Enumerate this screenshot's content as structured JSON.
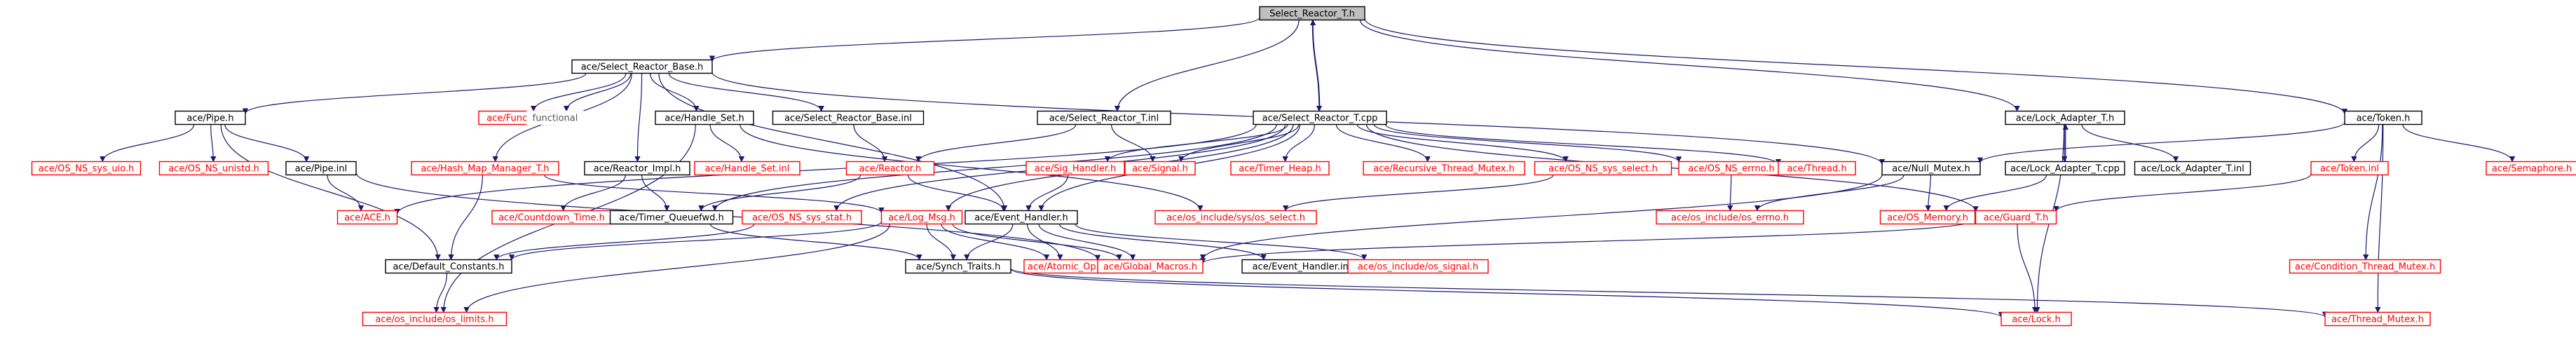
{
  "colors": {
    "edge": "#191970",
    "doc_border": "#000000",
    "missing_border": "#ff0000",
    "doc_text": "#000000",
    "missing_text": "#ff0000",
    "root_fill": "#bfbfbf",
    "node_fill": "#ffffff"
  },
  "nodes": [
    {
      "id": "root",
      "label": "Select_Reactor_T.h",
      "kind": "root"
    },
    {
      "id": "srb",
      "label": "ace/Select_Reactor_Base.h",
      "kind": "doc"
    },
    {
      "id": "srt_inl",
      "label": "ace/Select_Reactor_T.inl",
      "kind": "doc"
    },
    {
      "id": "srt_cpp",
      "label": "ace/Select_Reactor_T.cpp",
      "kind": "doc"
    },
    {
      "id": "lat",
      "label": "ace/Lock_Adapter_T.h",
      "kind": "doc"
    },
    {
      "id": "token",
      "label": "ace/Token.h",
      "kind": "doc"
    },
    {
      "id": "pipe",
      "label": "ace/Pipe.h",
      "kind": "doc"
    },
    {
      "id": "hmm",
      "label": "ace/Hash_Map_Manager_T.h",
      "kind": "missing"
    },
    {
      "id": "functor",
      "label": "ace/Functor.h",
      "kind": "missing"
    },
    {
      "id": "functional",
      "label": "functional",
      "kind": "plain"
    },
    {
      "id": "handle_set",
      "label": "ace/Handle_Set.h",
      "kind": "doc"
    },
    {
      "id": "srb_inl",
      "label": "ace/Select_Reactor_Base.inl",
      "kind": "doc"
    },
    {
      "id": "os_uio",
      "label": "ace/OS_NS_sys_uio.h",
      "kind": "missing"
    },
    {
      "id": "os_unistd",
      "label": "ace/OS_NS_unistd.h",
      "kind": "missing"
    },
    {
      "id": "pipe_inl",
      "label": "ace/Pipe.inl",
      "kind": "doc"
    },
    {
      "id": "reactor_impl",
      "label": "ace/Reactor_Impl.h",
      "kind": "doc"
    },
    {
      "id": "hs_inl",
      "label": "ace/Handle_Set.inl",
      "kind": "missing"
    },
    {
      "id": "reactor",
      "label": "ace/Reactor.h",
      "kind": "missing"
    },
    {
      "id": "sig_handler",
      "label": "ace/Sig_Handler.h",
      "kind": "missing"
    },
    {
      "id": "signal",
      "label": "ace/Signal.h",
      "kind": "missing"
    },
    {
      "id": "timer_heap",
      "label": "ace/Timer_Heap.h",
      "kind": "missing"
    },
    {
      "id": "rtm",
      "label": "ace/Recursive_Thread_Mutex.h",
      "kind": "missing"
    },
    {
      "id": "os_sys_select",
      "label": "ace/OS_NS_sys_select.h",
      "kind": "missing"
    },
    {
      "id": "os_errno",
      "label": "ace/OS_NS_errno.h",
      "kind": "missing"
    },
    {
      "id": "thread",
      "label": "ace/Thread.h",
      "kind": "missing"
    },
    {
      "id": "null_mutex",
      "label": "ace/Null_Mutex.h",
      "kind": "doc"
    },
    {
      "id": "lat_cpp",
      "label": "ace/Lock_Adapter_T.cpp",
      "kind": "doc"
    },
    {
      "id": "lat_inl",
      "label": "ace/Lock_Adapter_T.inl",
      "kind": "doc"
    },
    {
      "id": "token_inl",
      "label": "ace/Token.inl",
      "kind": "missing"
    },
    {
      "id": "semaphore",
      "label": "ace/Semaphore.h",
      "kind": "missing"
    },
    {
      "id": "ace_h",
      "label": "ace/ACE.h",
      "kind": "missing"
    },
    {
      "id": "countdown",
      "label": "ace/Countdown_Time.h",
      "kind": "missing"
    },
    {
      "id": "tq_fwd",
      "label": "ace/Timer_Queuefwd.h",
      "kind": "doc"
    },
    {
      "id": "os_stat",
      "label": "ace/OS_NS_sys_stat.h",
      "kind": "missing"
    },
    {
      "id": "log_msg",
      "label": "ace/Log_Msg.h",
      "kind": "missing"
    },
    {
      "id": "event_handler",
      "label": "ace/Event_Handler.h",
      "kind": "doc"
    },
    {
      "id": "osi_sys_select",
      "label": "ace/os_include/sys/os_select.h",
      "kind": "missing"
    },
    {
      "id": "osi_errno",
      "label": "ace/os_include/os_errno.h",
      "kind": "missing"
    },
    {
      "id": "os_memory",
      "label": "ace/OS_Memory.h",
      "kind": "missing"
    },
    {
      "id": "guard",
      "label": "ace/Guard_T.h",
      "kind": "missing"
    },
    {
      "id": "ctm",
      "label": "ace/Condition_Thread_Mutex.h",
      "kind": "missing"
    },
    {
      "id": "def_const",
      "label": "ace/Default_Constants.h",
      "kind": "doc"
    },
    {
      "id": "synch_traits",
      "label": "ace/Synch_Traits.h",
      "kind": "doc"
    },
    {
      "id": "atomic_op",
      "label": "ace/Atomic_Op.h",
      "kind": "missing"
    },
    {
      "id": "global_macros",
      "label": "ace/Global_Macros.h",
      "kind": "missing"
    },
    {
      "id": "eh_inl",
      "label": "ace/Event_Handler.inl",
      "kind": "doc"
    },
    {
      "id": "osi_signal",
      "label": "ace/os_include/os_signal.h",
      "kind": "missing"
    },
    {
      "id": "osi_limits",
      "label": "ace/os_include/os_limits.h",
      "kind": "missing"
    },
    {
      "id": "lock",
      "label": "ace/Lock.h",
      "kind": "missing"
    },
    {
      "id": "thread_mutex",
      "label": "ace/Thread_Mutex.h",
      "kind": "missing"
    }
  ],
  "edges": [
    [
      "root",
      "srb"
    ],
    [
      "root",
      "srt_inl"
    ],
    [
      "root",
      "srt_cpp"
    ],
    [
      "root",
      "lat"
    ],
    [
      "root",
      "token"
    ],
    [
      "srt_cpp",
      "root"
    ],
    [
      "srb",
      "pipe"
    ],
    [
      "srb",
      "hmm"
    ],
    [
      "srb",
      "functor"
    ],
    [
      "srb",
      "functional"
    ],
    [
      "srb",
      "handle_set"
    ],
    [
      "srb",
      "srb_inl"
    ],
    [
      "srb",
      "reactor_impl"
    ],
    [
      "srb",
      "event_handler"
    ],
    [
      "srb",
      "null_mutex"
    ],
    [
      "pipe",
      "os_uio"
    ],
    [
      "pipe",
      "os_unistd"
    ],
    [
      "pipe",
      "pipe_inl"
    ],
    [
      "pipe",
      "def_const"
    ],
    [
      "pipe_inl",
      "ace_h"
    ],
    [
      "pipe_inl",
      "global_macros"
    ],
    [
      "hmm",
      "def_const"
    ],
    [
      "hmm",
      "log_msg"
    ],
    [
      "handle_set",
      "hs_inl"
    ],
    [
      "handle_set",
      "osi_limits"
    ],
    [
      "handle_set",
      "osi_sys_select"
    ],
    [
      "srb_inl",
      "reactor"
    ],
    [
      "reactor_impl",
      "countdown"
    ],
    [
      "reactor_impl",
      "tq_fwd"
    ],
    [
      "srt_inl",
      "reactor"
    ],
    [
      "srt_inl",
      "signal"
    ],
    [
      "reactor",
      "tq_fwd"
    ],
    [
      "reactor",
      "event_handler"
    ],
    [
      "srt_cpp",
      "sig_handler"
    ],
    [
      "srt_cpp",
      "signal"
    ],
    [
      "srt_cpp",
      "timer_heap"
    ],
    [
      "srt_cpp",
      "rtm"
    ],
    [
      "srt_cpp",
      "os_sys_select"
    ],
    [
      "srt_cpp",
      "os_errno"
    ],
    [
      "srt_cpp",
      "thread"
    ],
    [
      "srt_cpp",
      "guard"
    ],
    [
      "srt_cpp",
      "ace_h"
    ],
    [
      "srt_cpp",
      "log_msg"
    ],
    [
      "srt_cpp",
      "os_stat"
    ],
    [
      "srt_cpp",
      "event_handler"
    ],
    [
      "srt_cpp",
      "tq_fwd"
    ],
    [
      "sig_handler",
      "event_handler"
    ],
    [
      "os_sys_select",
      "osi_sys_select"
    ],
    [
      "os_errno",
      "osi_errno"
    ],
    [
      "null_mutex",
      "osi_errno"
    ],
    [
      "null_mutex",
      "os_memory"
    ],
    [
      "null_mutex",
      "global_macros"
    ],
    [
      "lat",
      "lat_cpp"
    ],
    [
      "lat",
      "lat_inl"
    ],
    [
      "lat",
      "lock"
    ],
    [
      "lat_cpp",
      "lat"
    ],
    [
      "lat_cpp",
      "os_memory"
    ],
    [
      "token",
      "null_mutex"
    ],
    [
      "token",
      "token_inl"
    ],
    [
      "token",
      "semaphore"
    ],
    [
      "token",
      "ctm"
    ],
    [
      "token",
      "thread_mutex"
    ],
    [
      "token_inl",
      "guard"
    ],
    [
      "guard",
      "lock"
    ],
    [
      "guard",
      "global_macros"
    ],
    [
      "tq_fwd",
      "synch_traits"
    ],
    [
      "log_msg",
      "def_const"
    ],
    [
      "log_msg",
      "synch_traits"
    ],
    [
      "log_msg",
      "atomic_op"
    ],
    [
      "log_msg",
      "global_macros"
    ],
    [
      "log_msg",
      "osi_limits"
    ],
    [
      "event_handler",
      "synch_traits"
    ],
    [
      "event_handler",
      "atomic_op"
    ],
    [
      "event_handler",
      "eh_inl"
    ],
    [
      "event_handler",
      "osi_signal"
    ],
    [
      "event_handler",
      "global_macros"
    ],
    [
      "os_stat",
      "def_const"
    ],
    [
      "def_const",
      "osi_limits"
    ],
    [
      "synch_traits",
      "lock"
    ],
    [
      "synch_traits",
      "thread_mutex"
    ]
  ]
}
